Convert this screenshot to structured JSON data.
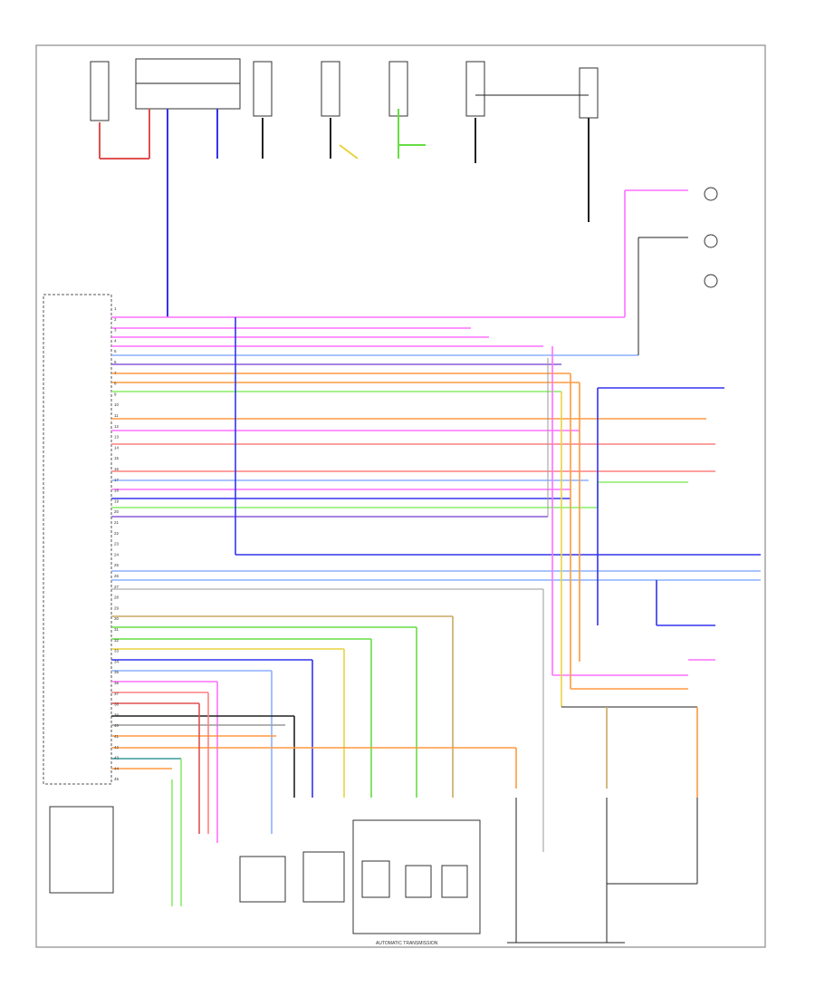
{
  "diagram": {
    "wire_colors": {
      "red": "#e05050",
      "pink": "#ff70ff",
      "orange": "#ff9a40",
      "blue": "#3333ee",
      "green": "#66dd44",
      "yellow": "#e8d440",
      "lightgreen": "#88ee66",
      "tan": "#c8a860",
      "violet": "#8a5ad8",
      "lightblue": "#8cb0ff",
      "gray": "#999999",
      "black": "#222222",
      "teal": "#3a9a9a",
      "salmon": "#ff8080"
    },
    "ecu_connector_pins": [
      "1",
      "2",
      "3",
      "4",
      "5",
      "6",
      "7",
      "8",
      "9",
      "10",
      "11",
      "12",
      "13",
      "14",
      "15",
      "16",
      "17",
      "18",
      "19",
      "20",
      "21",
      "22",
      "23",
      "24",
      "25",
      "26",
      "27",
      "28",
      "29",
      "30",
      "31",
      "32",
      "33",
      "34",
      "35",
      "36",
      "37",
      "38",
      "39",
      "40",
      "41",
      "42",
      "43",
      "44",
      "45"
    ],
    "footer_left": "",
    "footer_center": "AUTOMATIC TRANSMISSION"
  }
}
